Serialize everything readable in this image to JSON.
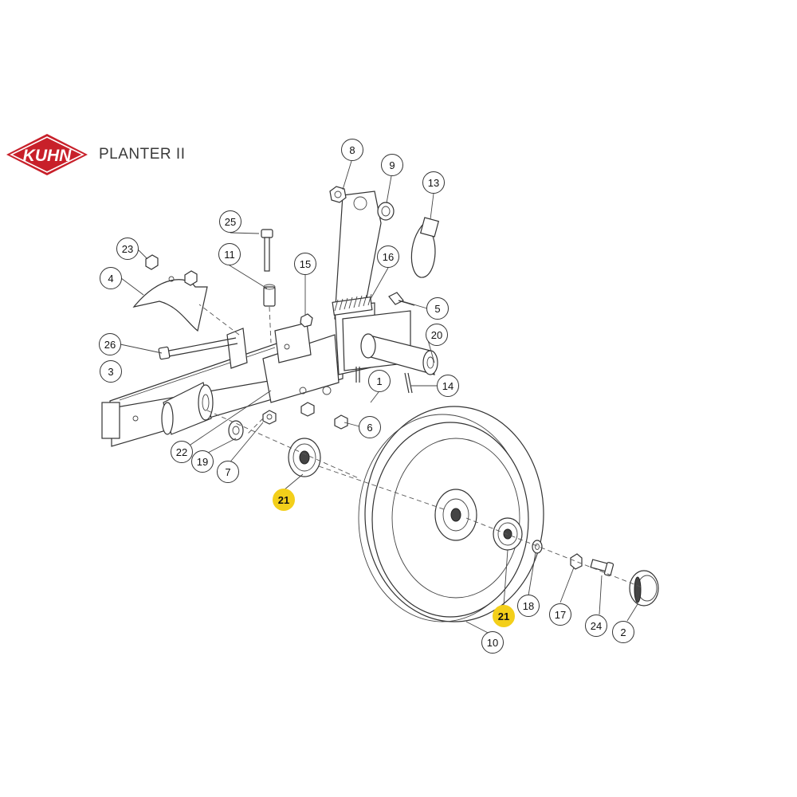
{
  "header": {
    "brand_logo": "KUHN",
    "product_title": "PLANTER II"
  },
  "colors": {
    "brand_red": "#c8202a",
    "highlight": "#f3cf1a",
    "line": "#333333"
  },
  "callouts": {
    "c1": "1",
    "c2": "2",
    "c3": "3",
    "c4": "4",
    "c5": "5",
    "c6": "6",
    "c7": "7",
    "c8": "8",
    "c9": "9",
    "c10": "10",
    "c11": "11",
    "c13": "13",
    "c14": "14",
    "c15": "15",
    "c16": "16",
    "c17": "17",
    "c18": "18",
    "c19": "19",
    "c20": "20",
    "c21a": "21",
    "c21b": "21",
    "c22": "22",
    "c23": "23",
    "c24": "24",
    "c25": "25",
    "c26": "26"
  },
  "highlighted_parts": [
    "21"
  ]
}
